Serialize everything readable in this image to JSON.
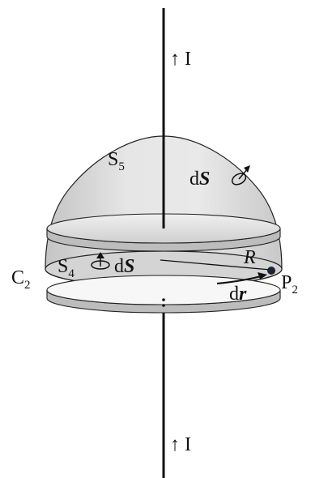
{
  "current_top": {
    "arrow": "↑",
    "label": "I"
  },
  "current_bottom": {
    "arrow": "↑",
    "label": "I"
  },
  "surface_cap": {
    "label": "S",
    "sub": "5"
  },
  "cap_element": {
    "d": "d",
    "vec": "S"
  },
  "surface_disk": {
    "label": "S",
    "sub": "4"
  },
  "disk_element": {
    "d": "d",
    "vec": "S"
  },
  "curve": {
    "label": "C",
    "sub": "2"
  },
  "radius": {
    "label": "R"
  },
  "point": {
    "label": "P",
    "sub": "2"
  },
  "line_element": {
    "d": "d",
    "vec": "r"
  },
  "colors": {
    "ink": "#111111",
    "cap_fill": "#d9d9d9",
    "plate_fill": "#e3e3e3",
    "point": "#1a2233"
  }
}
